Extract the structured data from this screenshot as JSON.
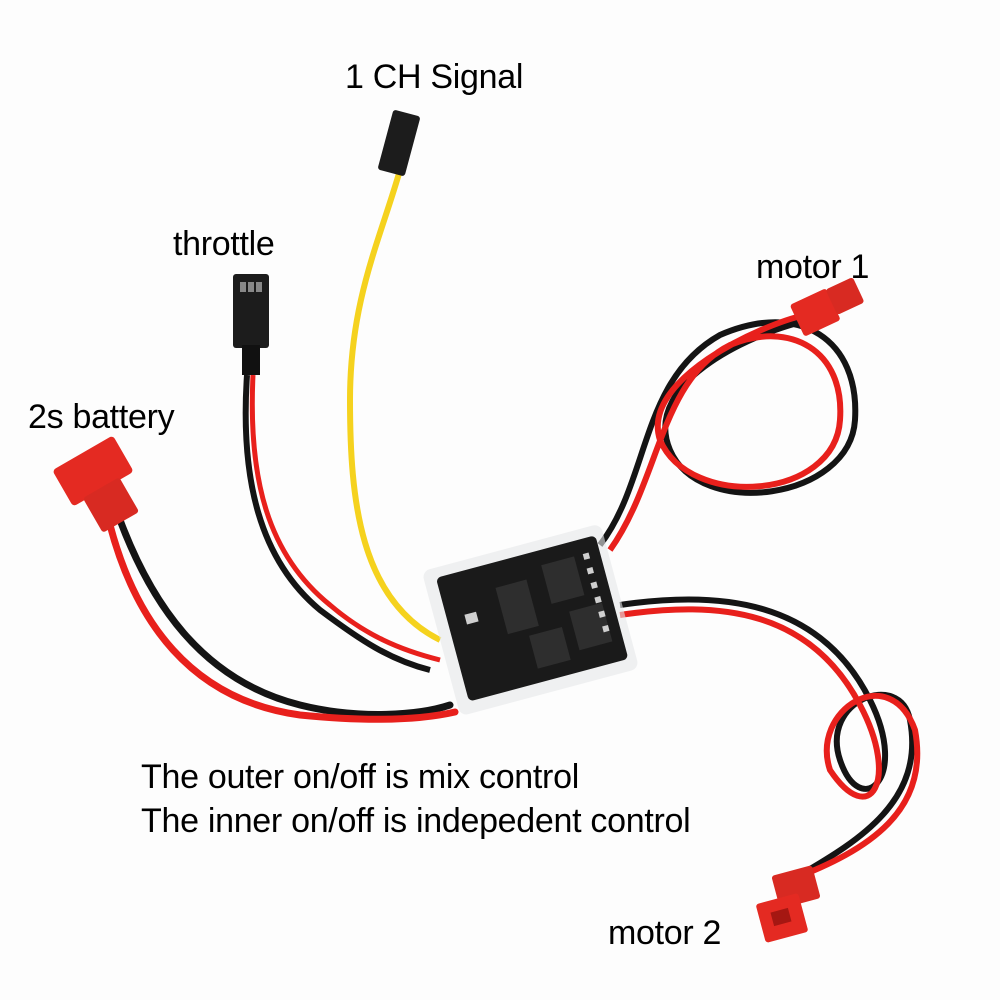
{
  "labels": {
    "signal": "1 CH Signal",
    "throttle": "throttle",
    "battery": "2s battery",
    "motor1": "motor 1",
    "motor2": "motor 2"
  },
  "notes": [
    "The outer on/off is mix control",
    "The inner on/off is indepedent control"
  ],
  "colors": {
    "red_wire": "#e8201c",
    "black_wire": "#141414",
    "yellow_wire": "#f5d21e",
    "connector_red": "#e42a22",
    "board": "#1a1a1a"
  }
}
